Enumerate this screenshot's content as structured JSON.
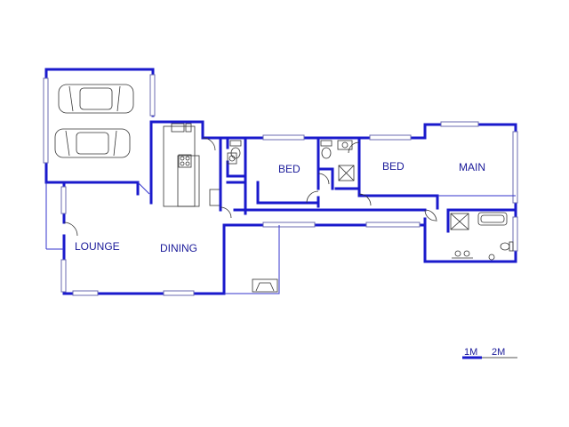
{
  "rooms": {
    "bed_1": "BED",
    "bed_2": "BED",
    "main": "MAIN",
    "lounge": "LOUNGE",
    "dining": "DINING"
  },
  "scale": {
    "label_1m": "1M",
    "label_2m": "2M"
  },
  "colors": {
    "wall": "#1a1acc",
    "label": "#1a1a99"
  }
}
